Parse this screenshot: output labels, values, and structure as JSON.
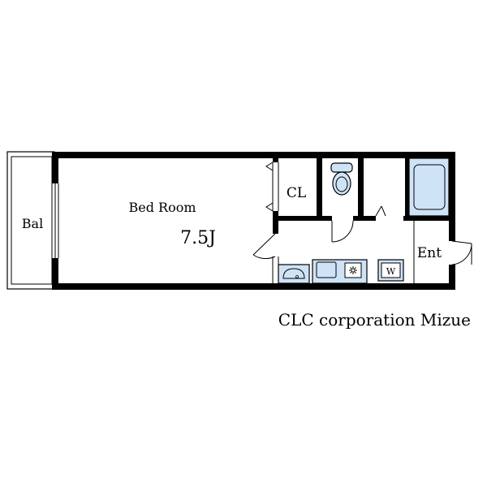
{
  "rooms": {
    "balcony": "Bal",
    "bedroom": "Bed Room",
    "bedroom_size": "7.5J",
    "closet": "CL",
    "entrance": "Ent"
  },
  "appliances": {
    "washer": "W"
  },
  "company": "CLC corporation Mizue",
  "colors": {
    "wall": "#000000",
    "fixture": "#cfe3f7"
  }
}
